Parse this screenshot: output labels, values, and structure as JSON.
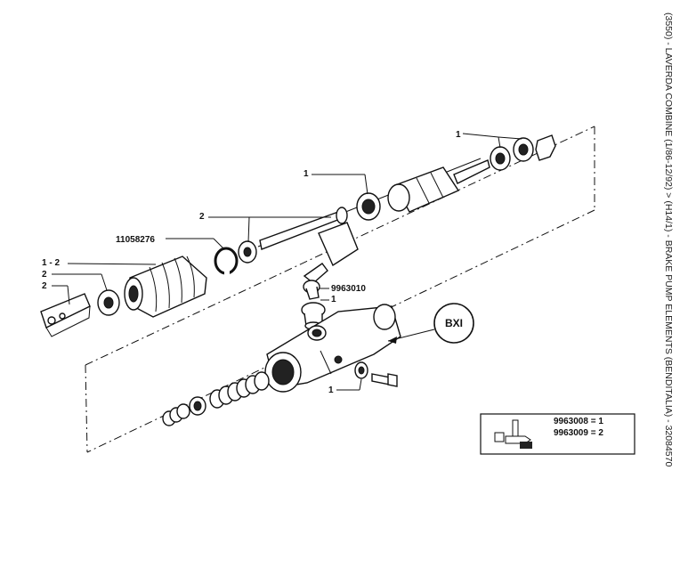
{
  "side_title": "(3550) - LAVERDA COMBINE (1/86-12/92) > (H14/1) - BRAKE PUMP ELEMENTS (BENDITALIA) - 32084570",
  "callouts": {
    "top_seal_group": "1",
    "piston_seal": "1",
    "pushrod": "2",
    "snap_ring": "11058276",
    "boot": "1 - 2",
    "bush": "2",
    "clevis": "2",
    "bleeder": "9963010",
    "cap": "1",
    "washer": "1"
  },
  "model_badge": "BXI",
  "legend": {
    "line1": "9963008 = 1",
    "line2": "9963009 = 2"
  }
}
